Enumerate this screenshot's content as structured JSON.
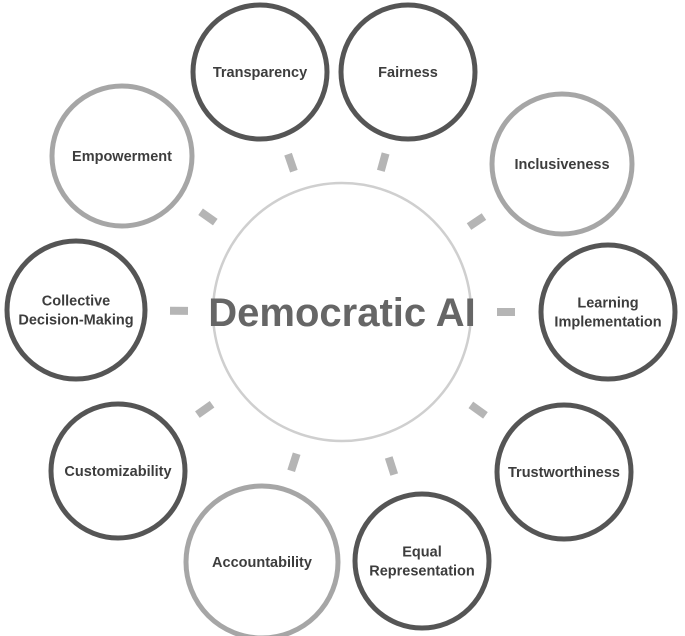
{
  "center": {
    "label": "Democratic AI"
  },
  "nodes": [
    {
      "id": "transparency",
      "lines": [
        "Transparency"
      ],
      "ring": "dark"
    },
    {
      "id": "fairness",
      "lines": [
        "Fairness"
      ],
      "ring": "dark"
    },
    {
      "id": "inclusiveness",
      "lines": [
        "Inclusiveness"
      ],
      "ring": "light"
    },
    {
      "id": "learning-implementation",
      "lines": [
        "Learning",
        "Implementation"
      ],
      "ring": "dark"
    },
    {
      "id": "trustworthiness",
      "lines": [
        "Trustworthiness"
      ],
      "ring": "dark"
    },
    {
      "id": "equal-representation",
      "lines": [
        "Equal",
        "Representation"
      ],
      "ring": "dark"
    },
    {
      "id": "accountability",
      "lines": [
        "Accountability"
      ],
      "ring": "light"
    },
    {
      "id": "customizability",
      "lines": [
        "Customizability"
      ],
      "ring": "dark"
    },
    {
      "id": "collective-decision-making",
      "lines": [
        "Collective",
        "Decision-Making"
      ],
      "ring": "dark"
    },
    {
      "id": "empowerment",
      "lines": [
        "Empowerment"
      ],
      "ring": "light"
    }
  ],
  "colors": {
    "ring_dark": "#555555",
    "ring_light": "#a6a6a6",
    "center_ring": "#cfcfcf",
    "connector": "#b5b5b5"
  }
}
